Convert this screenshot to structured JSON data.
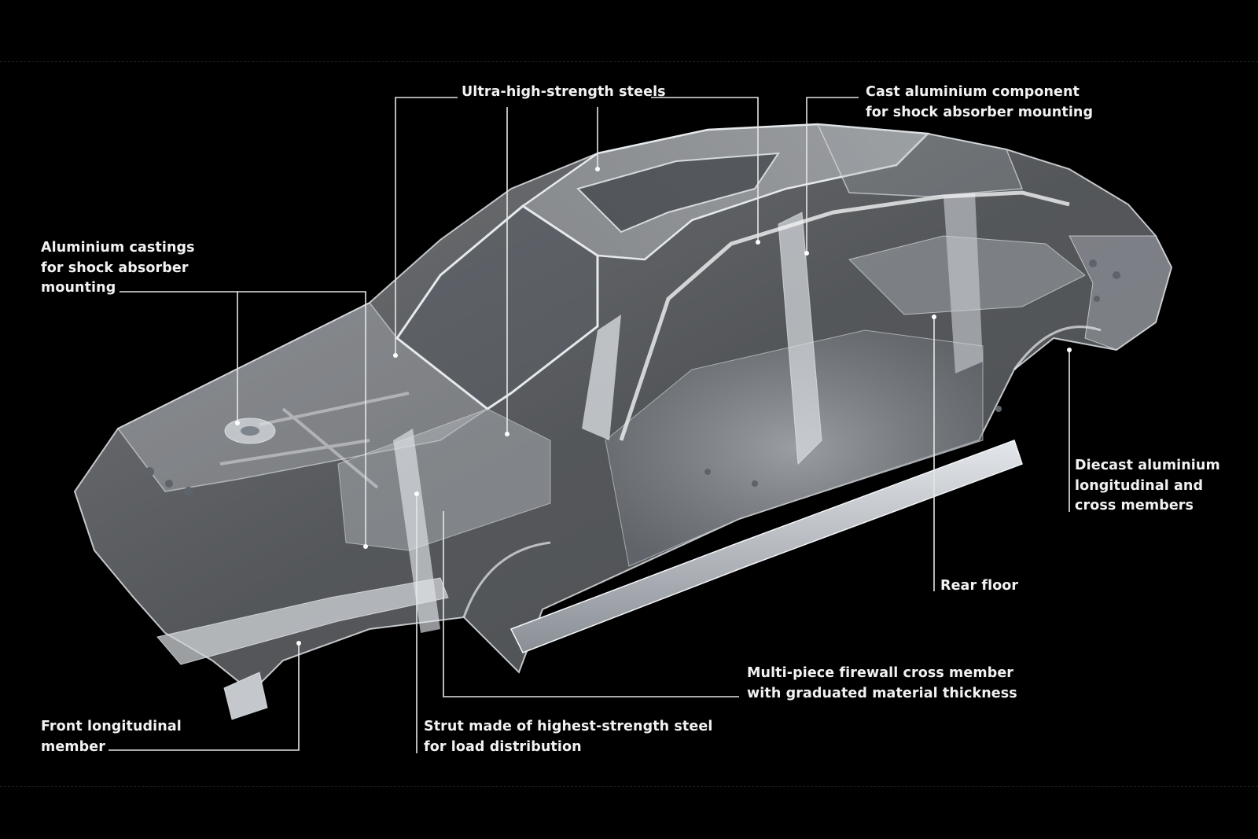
{
  "labels": {
    "ultra_high_strength": [
      "Ultra-high-strength steels"
    ],
    "cast_aluminium": [
      "Cast aluminium component",
      "for shock absorber mounting"
    ],
    "aluminium_castings": [
      "Aluminium castings",
      "for shock absorber",
      "mounting"
    ],
    "diecast": [
      "Diecast aluminium",
      "longitudinal and",
      "cross members"
    ],
    "rear_floor": [
      "Rear floor"
    ],
    "firewall": [
      "Multi-piece firewall cross member",
      "with graduated material thickness"
    ],
    "front_longitudinal": [
      "Front longitudinal",
      "member"
    ],
    "strut": [
      "Strut made of highest-strength steel",
      "for load distribution"
    ]
  },
  "colors": {
    "background": "#000000",
    "label_text": "#f2f2f2",
    "leader_line": "#e6e6e6",
    "body_metal": "#c8ccd0"
  }
}
